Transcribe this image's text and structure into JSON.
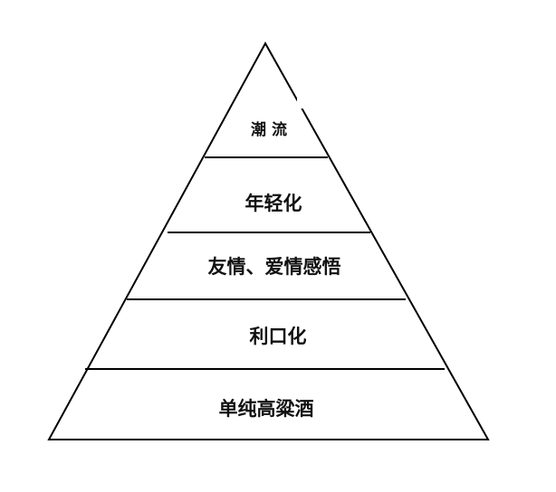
{
  "pyramid": {
    "levels": [
      {
        "label": "潮 流"
      },
      {
        "label": "年轻化"
      },
      {
        "label": "友情、爱情感悟"
      },
      {
        "label": "利口化"
      },
      {
        "label": "单纯高粱酒"
      }
    ]
  }
}
